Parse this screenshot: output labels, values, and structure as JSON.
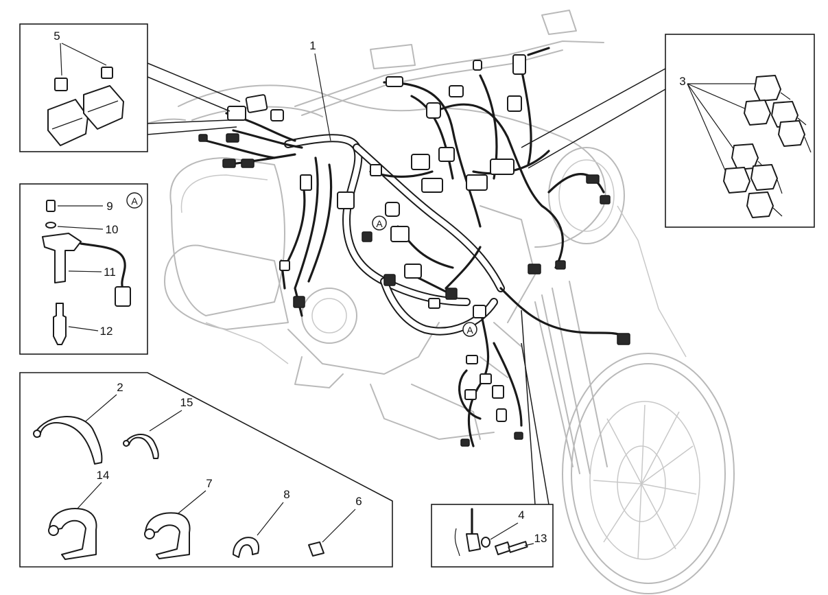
{
  "callouts": {
    "c1": "1",
    "c2": "2",
    "c3": "3",
    "c4": "4",
    "c5": "5",
    "c6": "6",
    "c7": "7",
    "c8": "8",
    "c9": "9",
    "c10": "10",
    "c11": "11",
    "c12": "12",
    "c13": "13",
    "c14": "14",
    "c15": "15"
  },
  "markers": {
    "a_inset": "A",
    "a_main_1": "A",
    "a_main_2": "A"
  }
}
